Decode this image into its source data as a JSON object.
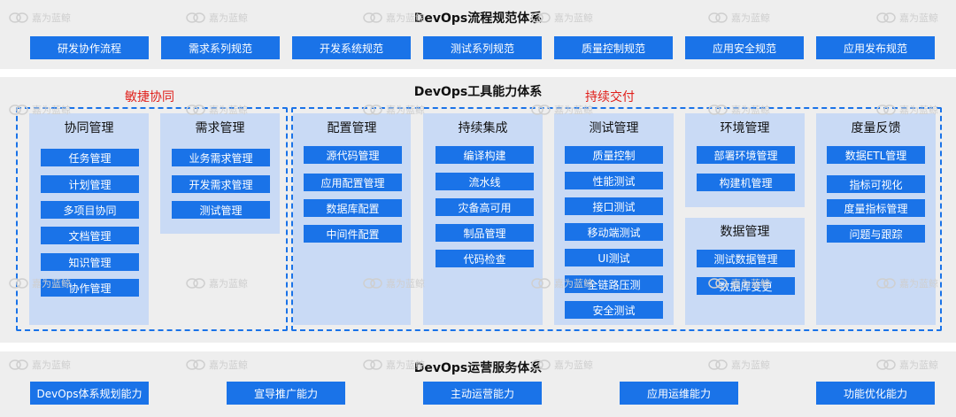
{
  "colors": {
    "blue": "#1a73e8",
    "light_blue": "#c9daf5",
    "band": "#eeeeee",
    "accent_red": "#e0201b"
  },
  "watermark": {
    "text": "嘉为蓝鲸",
    "icon": "bluking-logo-icon"
  },
  "top": {
    "title": "DevOps流程规范体系",
    "buttons": [
      "研发协作流程",
      "需求系列规范",
      "开发系统规范",
      "测试系列规范",
      "质量控制规范",
      "应用安全规范",
      "应用发布规范"
    ]
  },
  "middle": {
    "title": "DevOps工具能力体系",
    "group_agile": "敏捷协同",
    "group_cd": "持续交付",
    "columns": {
      "xietong": {
        "title": "协同管理",
        "items": [
          "任务管理",
          "计划管理",
          "多项目协同",
          "文档管理",
          "知识管理",
          "协作管理"
        ]
      },
      "xuqiu": {
        "title": "需求管理",
        "items": [
          "业务需求管理",
          "开发需求管理",
          "测试管理"
        ]
      },
      "peizhi": {
        "title": "配置管理",
        "items": [
          "源代码管理",
          "应用配置管理",
          "数据库配置",
          "中间件配置"
        ]
      },
      "jicheng": {
        "title": "持续集成",
        "items": [
          "编译构建",
          "流水线",
          "灾备高可用",
          "制品管理",
          "代码检查"
        ]
      },
      "ceshi": {
        "title": "测试管理",
        "items": [
          "质量控制",
          "性能测试",
          "接口测试",
          "移动端测试",
          "UI测试",
          "全链路压测",
          "安全测试"
        ]
      },
      "huanjing": {
        "title": "环境管理",
        "items": [
          "部署环境管理",
          "构建机管理"
        ]
      },
      "shuju": {
        "title": "数据管理",
        "items": [
          "测试数据管理",
          "数据库变更"
        ]
      },
      "duliang": {
        "title": "度量反馈",
        "items": [
          "数据ETL管理",
          "指标可视化",
          "度量指标管理",
          "问题与跟踪"
        ]
      }
    }
  },
  "bottom": {
    "title": "DevOps运营服务体系",
    "buttons": [
      "DevOps体系规划能力",
      "宣导推广能力",
      "主动运营能力",
      "应用运维能力",
      "功能优化能力"
    ]
  }
}
